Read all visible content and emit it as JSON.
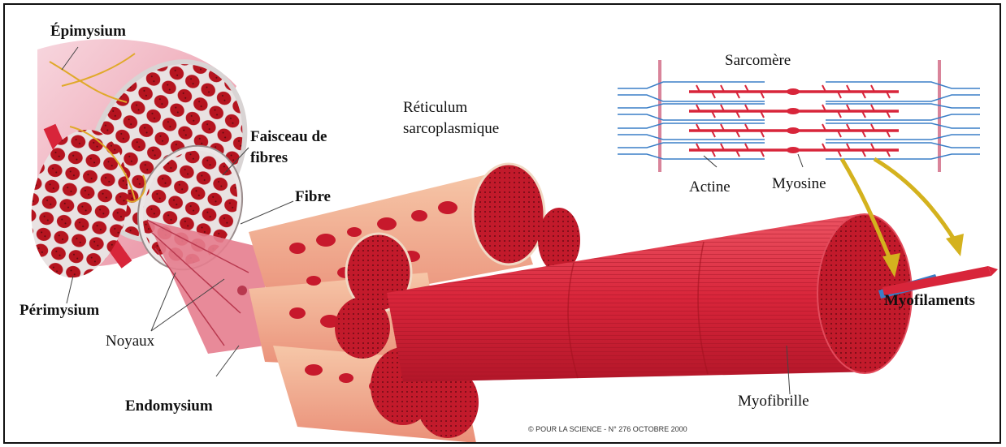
{
  "labels": {
    "epimysium": "Épimysium",
    "faisceau": "Faisceau de",
    "fibres": "fibres",
    "fibre": "Fibre",
    "reticulum": "Réticulum",
    "sarcoplasmique": "sarcoplasmique",
    "perimysium": "Périmysium",
    "noyaux": "Noyaux",
    "endomysium": "Endomysium",
    "myofibrille": "Myofibrille",
    "myofilaments": "Myofilaments",
    "sarcomere": "Sarcomère",
    "actine": "Actine",
    "myosine": "Myosine"
  },
  "credit": "© POUR LA SCIENCE - N° 276 OCTOBRE 2000",
  "colors": {
    "muscle_red": "#d8253a",
    "dark_red": "#a3121f",
    "pink_sheath": "#f2b9c6",
    "nerve_yellow": "#e0a92a",
    "actin_blue": "#3a7ec7",
    "arrow_yellow": "#d4b21e"
  }
}
